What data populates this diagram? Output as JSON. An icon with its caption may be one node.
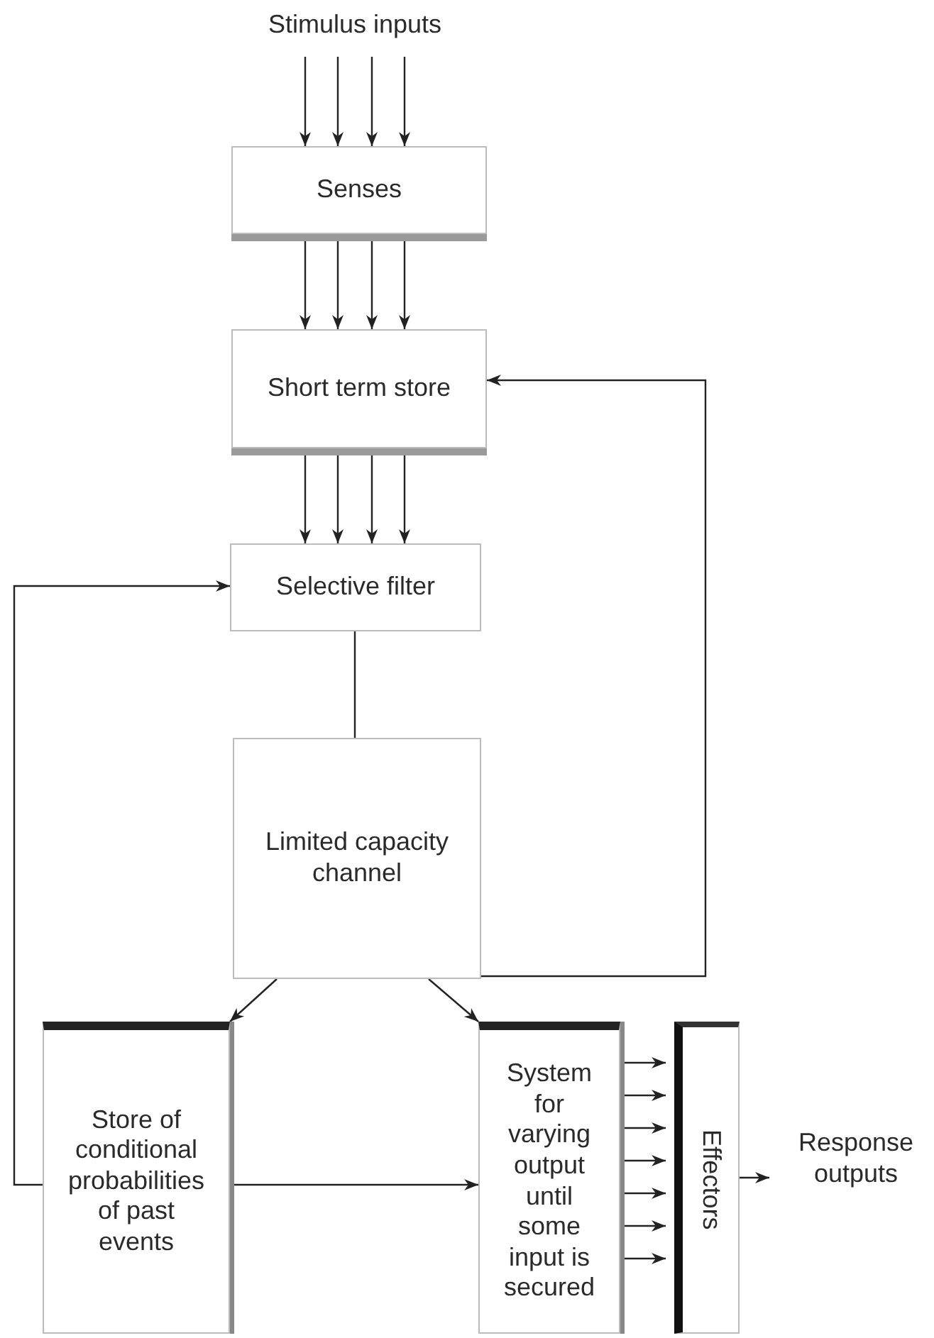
{
  "diagram": {
    "nodes": [
      {
        "text": [
          "Stimulus inputs"
        ]
      },
      {
        "text": [
          "Senses"
        ]
      },
      {
        "text": [
          "Short term store"
        ]
      },
      {
        "text": [
          "Selective filter"
        ]
      },
      {
        "text": [
          "Limited capacity channel"
        ]
      },
      {
        "text": [
          "Store of conditional probabilities of past events"
        ]
      },
      {
        "text": [
          "System for varying output until some input is secured"
        ]
      },
      {
        "text": [
          "Effectors"
        ]
      },
      {
        "text": [
          "Response outputs"
        ]
      }
    ],
    "edges": [
      {
        "from": 0,
        "to": 1,
        "arrow": "to"
      },
      {
        "from": 0,
        "to": 1,
        "arrow": "to"
      },
      {
        "from": 0,
        "to": 1,
        "arrow": "to"
      },
      {
        "from": 0,
        "to": 1,
        "arrow": "to"
      },
      {
        "from": 1,
        "to": 2,
        "arrow": "to"
      },
      {
        "from": 1,
        "to": 2,
        "arrow": "to"
      },
      {
        "from": 1,
        "to": 2,
        "arrow": "to"
      },
      {
        "from": 1,
        "to": 2,
        "arrow": "to"
      },
      {
        "from": 2,
        "to": 3,
        "arrow": "to"
      },
      {
        "from": 2,
        "to": 3,
        "arrow": "to"
      },
      {
        "from": 2,
        "to": 3,
        "arrow": "to"
      },
      {
        "from": 2,
        "to": 3,
        "arrow": "to"
      },
      {
        "from": 3,
        "to": 4,
        "arrow": "none"
      },
      {
        "from": 4,
        "to": 2,
        "arrow": "to"
      },
      {
        "from": 4,
        "to": 5,
        "arrow": "to"
      },
      {
        "from": 4,
        "to": 6,
        "arrow": "to"
      },
      {
        "from": 5,
        "to": 3,
        "arrow": "to"
      },
      {
        "from": 5,
        "to": 6,
        "arrow": "to"
      },
      {
        "from": 6,
        "to": 7,
        "arrow": "to"
      },
      {
        "from": 6,
        "to": 7,
        "arrow": "to"
      },
      {
        "from": 6,
        "to": 7,
        "arrow": "to"
      },
      {
        "from": 6,
        "to": 7,
        "arrow": "to"
      },
      {
        "from": 6,
        "to": 7,
        "arrow": "to"
      },
      {
        "from": 6,
        "to": 7,
        "arrow": "to"
      },
      {
        "from": 6,
        "to": 7,
        "arrow": "to"
      },
      {
        "from": 7,
        "to": 8,
        "arrow": "to"
      }
    ]
  }
}
